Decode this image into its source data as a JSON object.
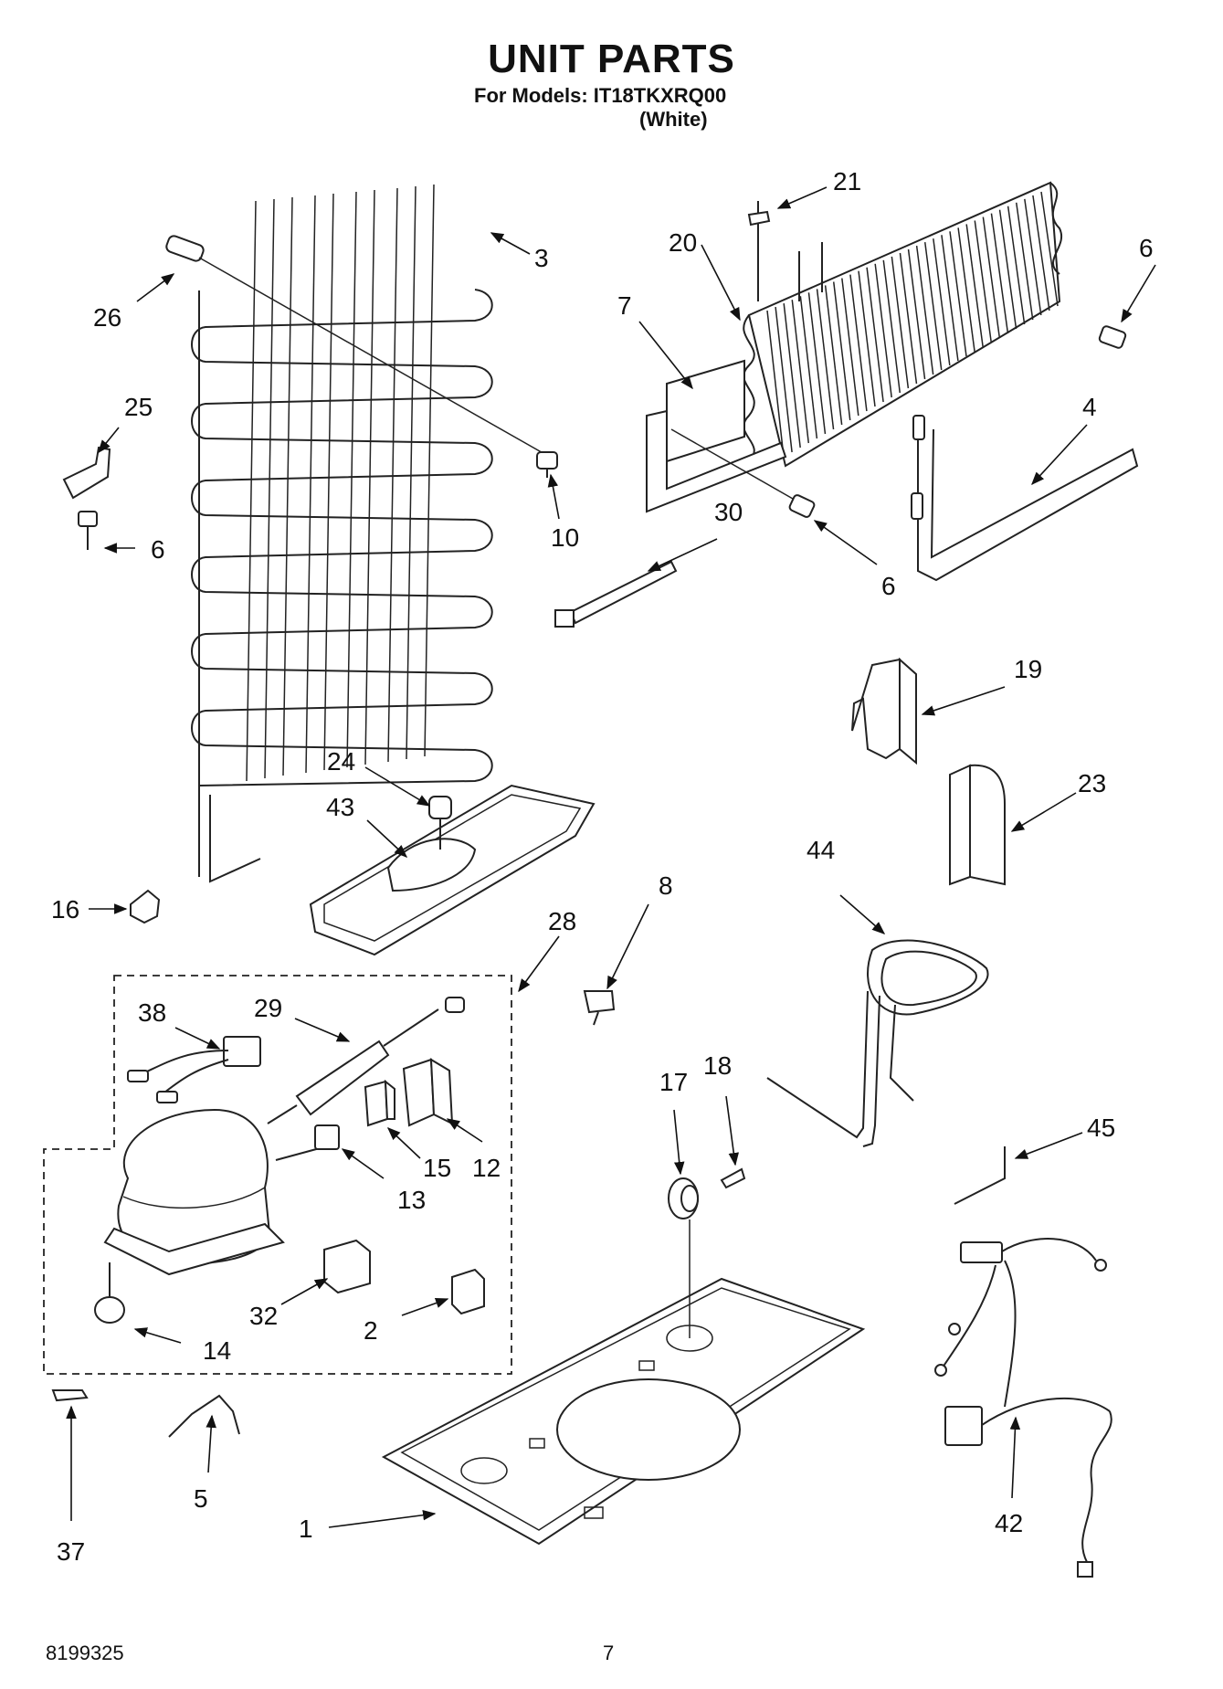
{
  "header": {
    "title": "UNIT PARTS",
    "models_line": "For Models: IT18TKXRQ00",
    "color_line": "(White)"
  },
  "footer": {
    "doc_number": "8199325",
    "page_number": "7"
  },
  "callouts": {
    "c1": "1",
    "c2": "2",
    "c3": "3",
    "c4": "4",
    "c5": "5",
    "c6a": "6",
    "c6b": "6",
    "c6c": "6",
    "c7": "7",
    "c8": "8",
    "c10": "10",
    "c12": "12",
    "c13": "13",
    "c14": "14",
    "c15": "15",
    "c16": "16",
    "c17": "17",
    "c18": "18",
    "c19": "19",
    "c20": "20",
    "c21": "21",
    "c23": "23",
    "c24": "24",
    "c25": "25",
    "c26": "26",
    "c28": "28",
    "c29": "29",
    "c30": "30",
    "c32": "32",
    "c37": "37",
    "c38": "38",
    "c42": "42",
    "c43": "43",
    "c44": "44",
    "c45": "45"
  }
}
